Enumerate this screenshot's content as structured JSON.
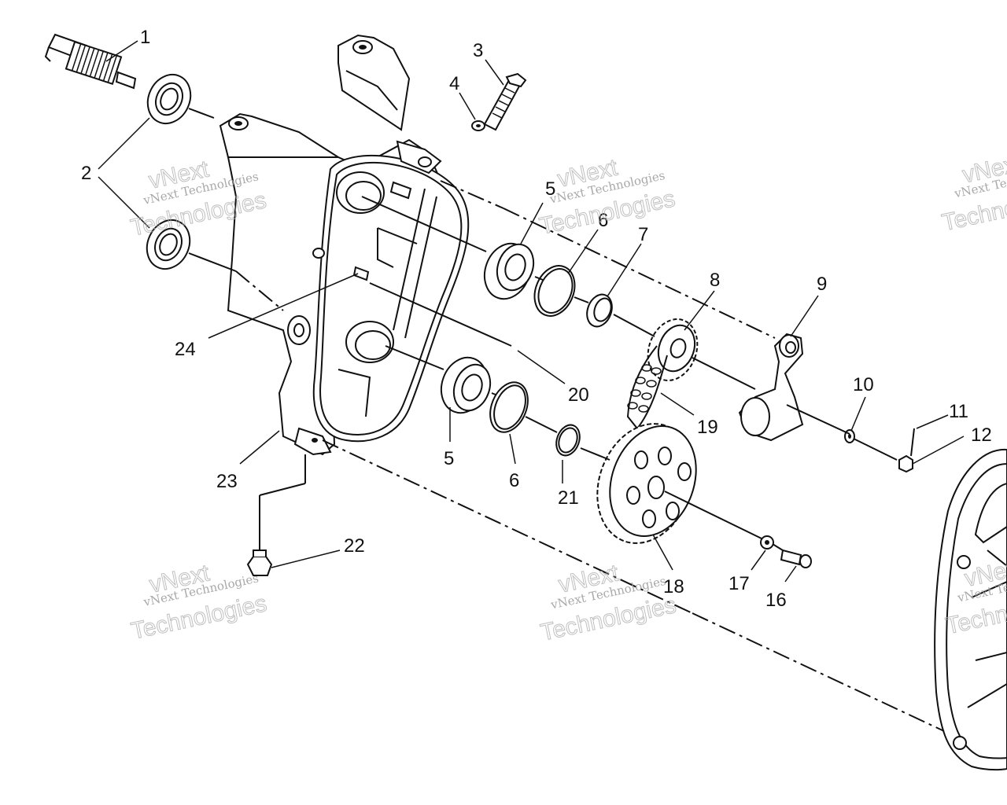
{
  "callouts": [
    {
      "id": "1",
      "text": "1"
    },
    {
      "id": "2",
      "text": "2"
    },
    {
      "id": "3",
      "text": "3"
    },
    {
      "id": "4",
      "text": "4"
    },
    {
      "id": "5a",
      "text": "5"
    },
    {
      "id": "5b",
      "text": "5"
    },
    {
      "id": "6a",
      "text": "6"
    },
    {
      "id": "6b",
      "text": "6"
    },
    {
      "id": "7",
      "text": "7"
    },
    {
      "id": "8",
      "text": "8"
    },
    {
      "id": "9",
      "text": "9"
    },
    {
      "id": "10",
      "text": "10"
    },
    {
      "id": "11",
      "text": "11"
    },
    {
      "id": "12",
      "text": "12"
    },
    {
      "id": "16",
      "text": "16"
    },
    {
      "id": "17",
      "text": "17"
    },
    {
      "id": "18",
      "text": "18"
    },
    {
      "id": "19",
      "text": "19"
    },
    {
      "id": "20",
      "text": "20"
    },
    {
      "id": "21",
      "text": "21"
    },
    {
      "id": "22",
      "text": "22"
    },
    {
      "id": "23",
      "text": "23"
    },
    {
      "id": "24",
      "text": "24"
    }
  ],
  "watermark": {
    "line1": "vNext Technologies",
    "line2": "Technologies",
    "line3": "vNext"
  }
}
